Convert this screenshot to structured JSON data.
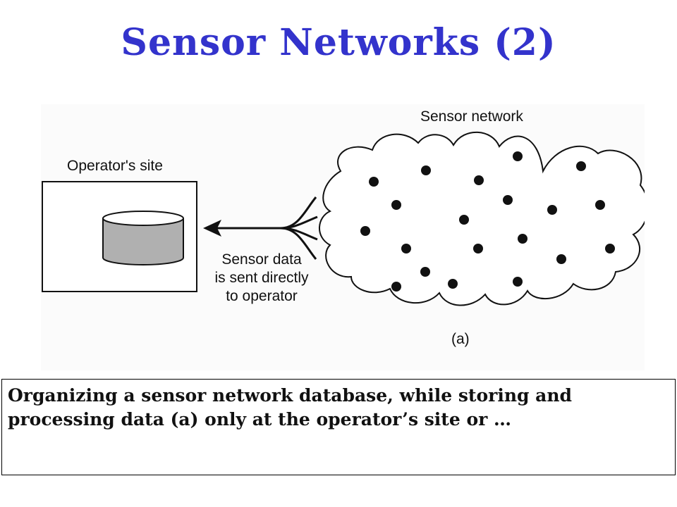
{
  "slide": {
    "title": "Sensor Networks (2)"
  },
  "figure": {
    "sensor_network_label": "Sensor network",
    "operator_site_label": "Operator's site",
    "flow_note_lines": [
      "Sensor data",
      "is sent directly",
      "to operator"
    ],
    "caption": "(a)",
    "sensor_node_count": 20
  },
  "description": {
    "text": "Organizing a sensor network database, while storing and processing data (a) only at the operator’s site or …"
  },
  "colors": {
    "title": "#3333cc",
    "database": "#b0b0b0",
    "ink": "#111111"
  }
}
